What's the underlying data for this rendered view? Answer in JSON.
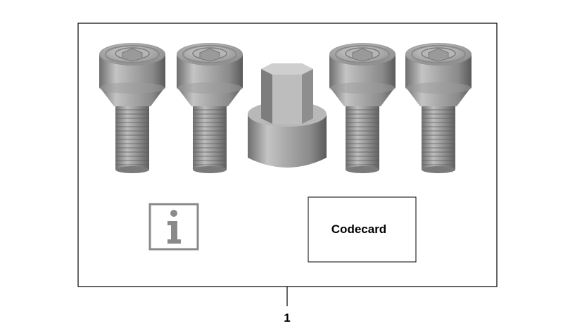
{
  "diagram": {
    "codecard_label": "Codecard",
    "callout_number": "1",
    "components": {
      "bolts": [
        "wheel-bolt",
        "wheel-bolt",
        "wheel-bolt",
        "wheel-bolt"
      ],
      "adapter": "locking-adapter"
    },
    "info_icon_glyph": "i"
  }
}
